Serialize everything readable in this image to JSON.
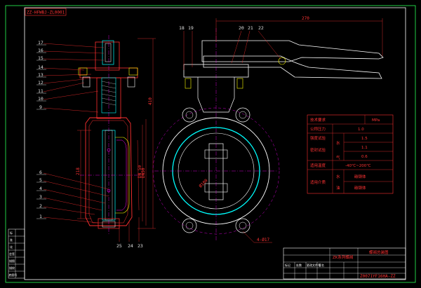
{
  "drawing": {
    "top_code": "ZZ-HFWBJ-ZL0001",
    "bottom_code": "Z0071YF16HA-ZZ",
    "dim_top": "270",
    "dim_left_height": "410",
    "dim_left_mid": "218",
    "dim_right_a": "DN 50",
    "dim_right_b": "DN50",
    "dim_diameter": "Ø180",
    "bolt_note": "4-Ø17",
    "left_callouts": [
      "17",
      "16",
      "15",
      "14",
      "13",
      "12",
      "11",
      "10",
      "9",
      "6",
      "5",
      "4",
      "3",
      "2",
      "1"
    ],
    "bottom_callouts": [
      "25",
      "24",
      "23"
    ],
    "top_callouts_left": [
      "18",
      "19"
    ],
    "top_callouts_right": [
      "20",
      "21",
      "22"
    ]
  },
  "spec_table": {
    "header": [
      "技术要求",
      "MPa"
    ],
    "rows": [
      {
        "label": "公称压力",
        "value": "1.0"
      },
      {
        "label": "强度试验",
        "sub": "水",
        "value": "1.5"
      },
      {
        "label": "密封试验",
        "sub": "",
        "value": "1.1"
      },
      {
        "label": "",
        "sub": "气",
        "value": "0.6"
      },
      {
        "label": "适用温度",
        "value": "-40℃~200℃"
      },
      {
        "label": "适用介质",
        "sub": "水",
        "value": "碳钢体"
      },
      {
        "label": "",
        "sub": "油",
        "value": "碳钢体"
      }
    ]
  },
  "title_block": {
    "product": "ZK系列蝶阀",
    "title": "蝶阀总装图",
    "sub1": "标记",
    "sub2": "处数",
    "sub3": "更改文件号",
    "sub4": "签名"
  },
  "side_panel": [
    "标",
    "准",
    "化",
    "会签",
    "描图",
    "描校",
    "底图号"
  ],
  "colors": {
    "bg": "#000000",
    "frame": "#00ff66",
    "outline": "#ff3030",
    "cyan": "#00ffff",
    "white": "#ffffff",
    "magenta": "#ff00ff",
    "yellow": "#ffff00"
  }
}
